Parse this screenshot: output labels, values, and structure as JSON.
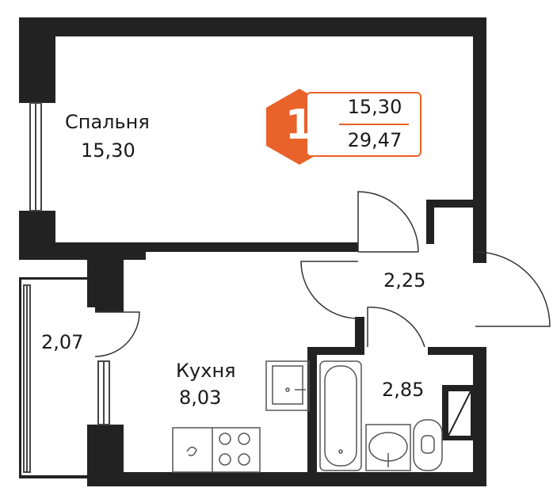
{
  "rooms": {
    "bedroom": {
      "name": "Спальня",
      "area": "15,30"
    },
    "kitchen": {
      "name": "Кухня",
      "area": "8,03"
    },
    "hall": {
      "area": "2,25"
    },
    "balcony": {
      "area": "2,07"
    },
    "bathroom": {
      "area": "2,85"
    }
  },
  "badge": {
    "rooms_count": "1",
    "living_area": "15,30",
    "total_area": "29,47",
    "accent_color": "#e8622a"
  },
  "colors": {
    "wall": "#222222",
    "fixture_stroke": "#555555"
  }
}
